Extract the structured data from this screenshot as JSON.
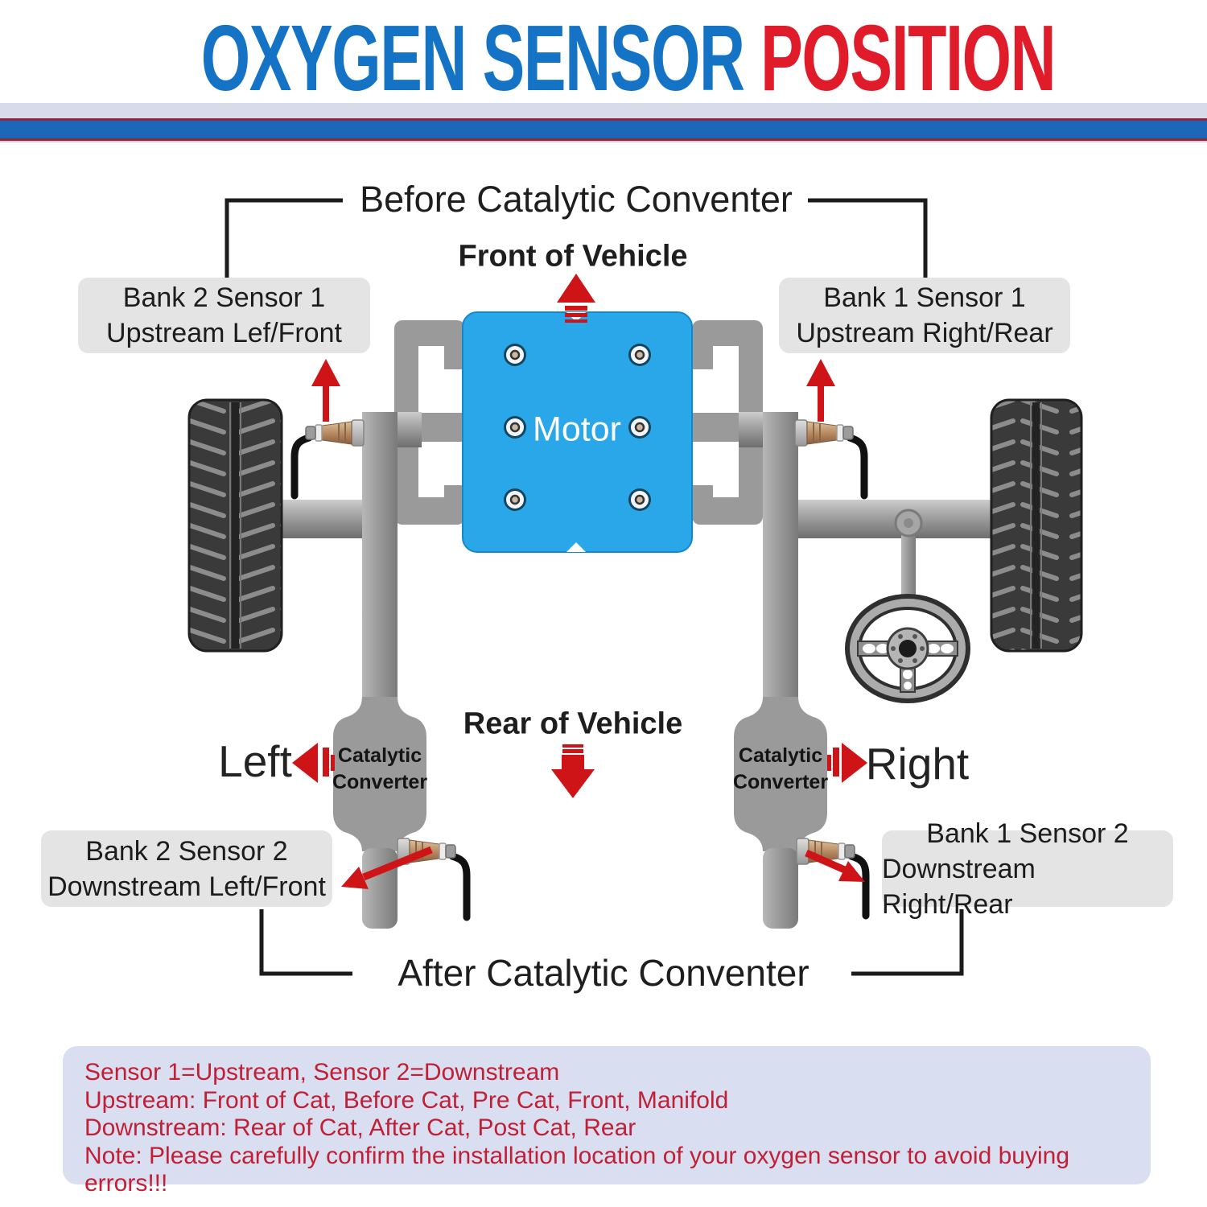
{
  "title": {
    "blue_text": "OXYGEN SENSOR ",
    "red_text": "POSITION"
  },
  "labels": {
    "before_cat": "Before Catalytic Conventer",
    "after_cat": "After Catalytic Conventer",
    "front": "Front of Vehicle",
    "rear": "Rear of Vehicle",
    "left": "Left",
    "right": "Right",
    "motor": "Motor",
    "catalytic_line1": "Catalytic",
    "catalytic_line2": "Converter"
  },
  "sensor_boxes": {
    "bank2_sensor1": {
      "line1": "Bank 2 Sensor 1",
      "line2": "Upstream Lef/Front"
    },
    "bank1_sensor1": {
      "line1": "Bank 1 Sensor 1",
      "line2": "Upstream Right/Rear"
    },
    "bank2_sensor2": {
      "line1": "Bank 2 Sensor 2",
      "line2": "Downstream Left/Front"
    },
    "bank1_sensor2": {
      "line1": "Bank 1 Sensor 2",
      "line2": "Downstream Right/Rear"
    }
  },
  "notes": {
    "line1": "Sensor 1=Upstream, Sensor 2=Downstream",
    "line2": "Upstream: Front of Cat, Before Cat, Pre Cat, Front, Manifold",
    "line3": "Downstream: Rear of Cat, After Cat, Post Cat, Rear",
    "line4": "Note: Please carefully confirm the installation location of your oxygen sensor to avoid buying errors!!!"
  },
  "icons": {
    "front_arrow": "front-direction-arrow",
    "rear_arrow": "rear-direction-arrow",
    "left_arrow": "left-direction-arrow",
    "right_arrow": "right-direction-arrow",
    "upstream_arrows": "red-up-arrow",
    "downstream_arrows": "red-diagonal-arrow"
  },
  "colors": {
    "title_blue": "#1473c4",
    "title_red": "#e01b2a",
    "bar_blue": "#1e67b6",
    "bar_maroon": "#8e2740",
    "bar_light": "#d8dbe9",
    "arrow_red": "#cf1418",
    "pipe_gray": "#9a9a9a",
    "motor_blue": "#2aa7e9",
    "label_box_bg": "#e4e4e4",
    "note_bg": "#d9dff0",
    "note_text": "#c01f36",
    "sensor_tan": "#b5875f"
  }
}
